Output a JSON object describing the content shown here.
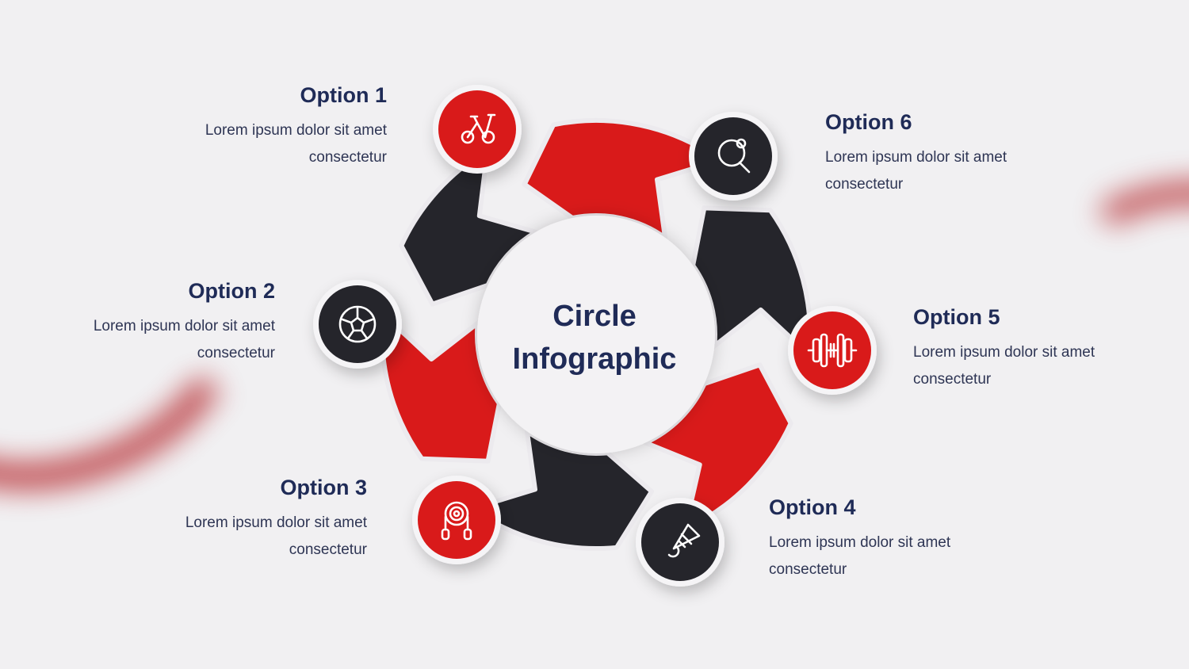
{
  "center": {
    "line1": "Circle",
    "line2": "Infographic"
  },
  "colors": {
    "red": "#d91a1a",
    "dark": "#25252b",
    "title": "#1f2b57",
    "background": "#f1f0f2"
  },
  "options": [
    {
      "title": "Option 1",
      "line1": "Lorem ipsum dolor sit amet",
      "line2": "consectetur",
      "icon": "exercise-bike-icon",
      "color": "red"
    },
    {
      "title": "Option 2",
      "line1": "Lorem ipsum dolor sit amet",
      "line2": "consectetur",
      "icon": "soccer-ball-icon",
      "color": "dark"
    },
    {
      "title": "Option 3",
      "line1": "Lorem ipsum dolor sit amet",
      "line2": "consectetur",
      "icon": "jump-rope-icon",
      "color": "red"
    },
    {
      "title": "Option 4",
      "line1": "Lorem ipsum dolor sit amet",
      "line2": "consectetur",
      "icon": "shuttlecock-icon",
      "color": "dark"
    },
    {
      "title": "Option 5",
      "line1": "Lorem ipsum dolor sit amet",
      "line2": "consectetur",
      "icon": "dumbbell-icon",
      "color": "red"
    },
    {
      "title": "Option 6",
      "line1": "Lorem ipsum dolor sit amet",
      "line2": "consectetur",
      "icon": "ping-pong-icon",
      "color": "dark"
    }
  ]
}
